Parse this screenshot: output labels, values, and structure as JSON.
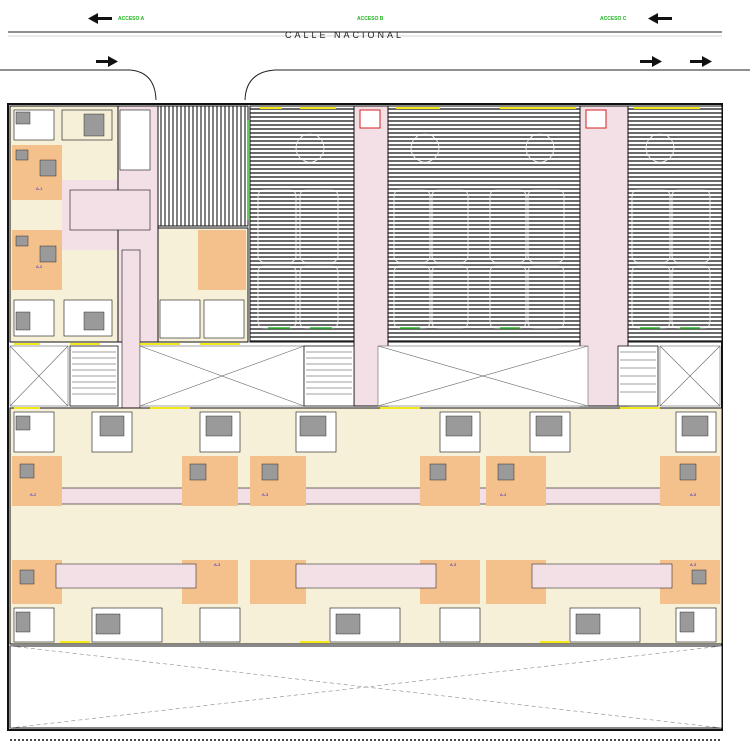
{
  "street": {
    "name": "CALLE NACIONAL",
    "access_labels": [
      "ACCESO A",
      "ACCESO B",
      "ACCESO C"
    ]
  },
  "unit_tags": {
    "upper_left_1": "A-1",
    "upper_left_2": "A-2",
    "mid_1": "A-2",
    "mid_2": "A-3",
    "mid_3": "A-4",
    "mid_4": "A-5",
    "low_1": "A-3",
    "low_2": "A-3",
    "low_3": "A-3"
  },
  "colors": {
    "wall": "#111111",
    "floor_living": "#f4c08c",
    "floor_corridor": "#f3dfe6",
    "floor_service": "#f6f0d8",
    "furniture": "#9a9a9a",
    "parking_hatch": "#3a3a3a",
    "door_green": "#2fb52f",
    "window_yellow": "#f3e81a",
    "marker_red": "#d62020"
  }
}
